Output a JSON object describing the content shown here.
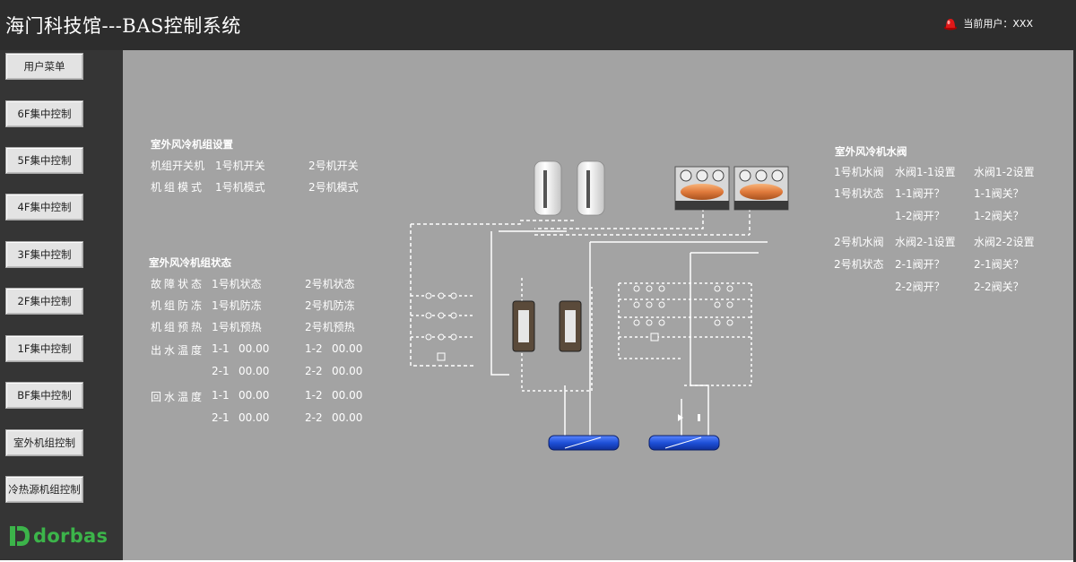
{
  "header": {
    "title": "海门科技馆---BAS控制系统",
    "user_label": "当前用户：",
    "user_name": "XXX"
  },
  "sidebar": {
    "items": [
      {
        "label": "用户菜单"
      },
      {
        "label": "6F集中控制"
      },
      {
        "label": "5F集中控制"
      },
      {
        "label": "4F集中控制"
      },
      {
        "label": "3F集中控制"
      },
      {
        "label": "2F集中控制"
      },
      {
        "label": "1F集中控制"
      },
      {
        "label": "BF集中控制"
      },
      {
        "label": "室外机组控制"
      },
      {
        "label": "冷热源机组控制"
      }
    ],
    "logo_text": "dorbas",
    "logo_color": "#3cb44a"
  },
  "settings": {
    "title": "室外风冷机组设置",
    "rows": [
      {
        "label": "机组开关机",
        "unit1": "1号机开关",
        "unit2": "2号机开关"
      },
      {
        "label": "机组模式",
        "unit1": "1号机模式",
        "unit2": "2号机模式"
      }
    ]
  },
  "status": {
    "title": "室外风冷机组状态",
    "rows": [
      {
        "label": "故障状态",
        "unit1": "1号机状态",
        "unit2": "2号机状态"
      },
      {
        "label": "机组防冻",
        "unit1": "1号机防冻",
        "unit2": "2号机防冻"
      },
      {
        "label": "机组预热",
        "unit1": "1号机预热",
        "unit2": "2号机预热"
      }
    ],
    "outlet_temp": {
      "label": "出水温度",
      "readings": [
        {
          "id": "1-1",
          "value": "00.00"
        },
        {
          "id": "1-2",
          "value": "00.00"
        },
        {
          "id": "2-1",
          "value": "00.00"
        },
        {
          "id": "2-2",
          "value": "00.00"
        }
      ]
    },
    "return_temp": {
      "label": "回水温度",
      "readings": [
        {
          "id": "1-1",
          "value": "00.00"
        },
        {
          "id": "1-2",
          "value": "00.00"
        },
        {
          "id": "2-1",
          "value": "00.00"
        },
        {
          "id": "2-2",
          "value": "00.00"
        }
      ]
    }
  },
  "valves": {
    "title": "室外风冷机水阀",
    "unit1_valve_label": "1号机水阀",
    "unit1_valve1_set": "水阀1-1设置",
    "unit1_valve2_set": "水阀1-2设置",
    "unit1_status_label": "1号机状态",
    "v11_open": "1-1阀开？",
    "v11_close": "1-1阀关？",
    "v12_open": "1-2阀开？",
    "v12_close": "1-2阀关？",
    "unit2_valve_label": "2号机水阀",
    "unit2_valve1_set": "水阀2-1设置",
    "unit2_valve2_set": "水阀2-2设置",
    "unit2_status_label": "2号机状态",
    "v21_open": "2-1阀开？",
    "v21_close": "2-1阀关？",
    "v22_open": "2-2阀开？",
    "v22_close": "2-2阀关？"
  },
  "colors": {
    "header_bg": "#2d2d2d",
    "sidebar_bg": "#353535",
    "main_bg": "#a3a3a3",
    "pipe": "#ffffff",
    "tank_blue": "#1e50d8",
    "heater_orange": "#e07a3c",
    "alarm_red": "#e01818"
  },
  "icons": [
    "alarm-light-icon",
    "dorbas-logo-icon",
    "storage-tank-icon",
    "air-cooled-chiller-icon",
    "pump-icon",
    "water-tank-icon",
    "valve-icon"
  ]
}
